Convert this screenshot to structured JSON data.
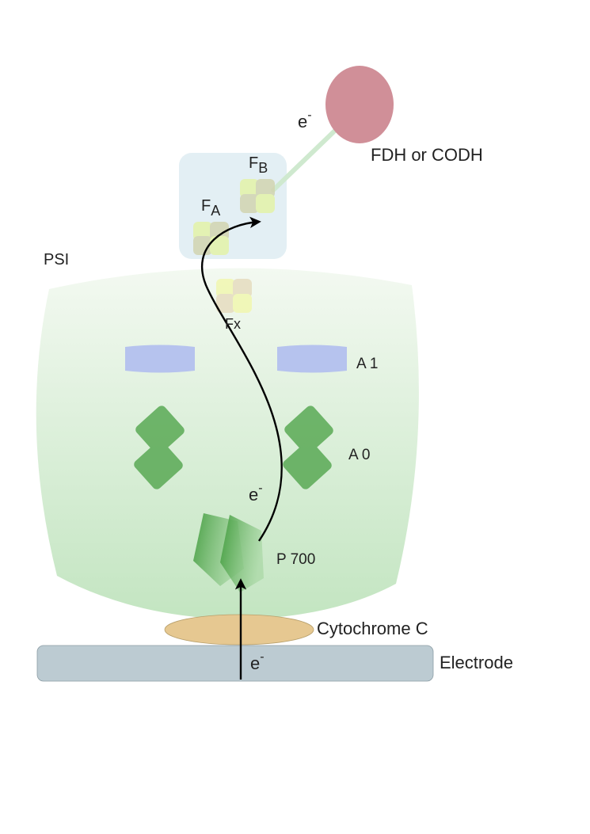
{
  "labels": {
    "psi": "PSI",
    "fdh": "FDH or CODH",
    "fb_base": "F",
    "fb_sub": "B",
    "fa_base": "F",
    "fa_sub": "A",
    "fx": "Fx",
    "a1": "A 1",
    "a0": "A 0",
    "p700": "P 700",
    "cytochrome": "Cytochrome C",
    "electrode": "Electrode",
    "electron_base": "e",
    "electron_sup": "-"
  },
  "colors": {
    "psi_top": "#f3f9f1",
    "psi_bottom": "#c3e5c1",
    "box": "#e3eff4",
    "fdh": "#d08f98",
    "a1": "#b6c3ee",
    "a0": "#55a750",
    "p700": "#4a9e45",
    "cytochrome": "#e6c891",
    "electrode": "#bccbd2",
    "arrow": "#000000",
    "connector": "#cfe9cf"
  }
}
